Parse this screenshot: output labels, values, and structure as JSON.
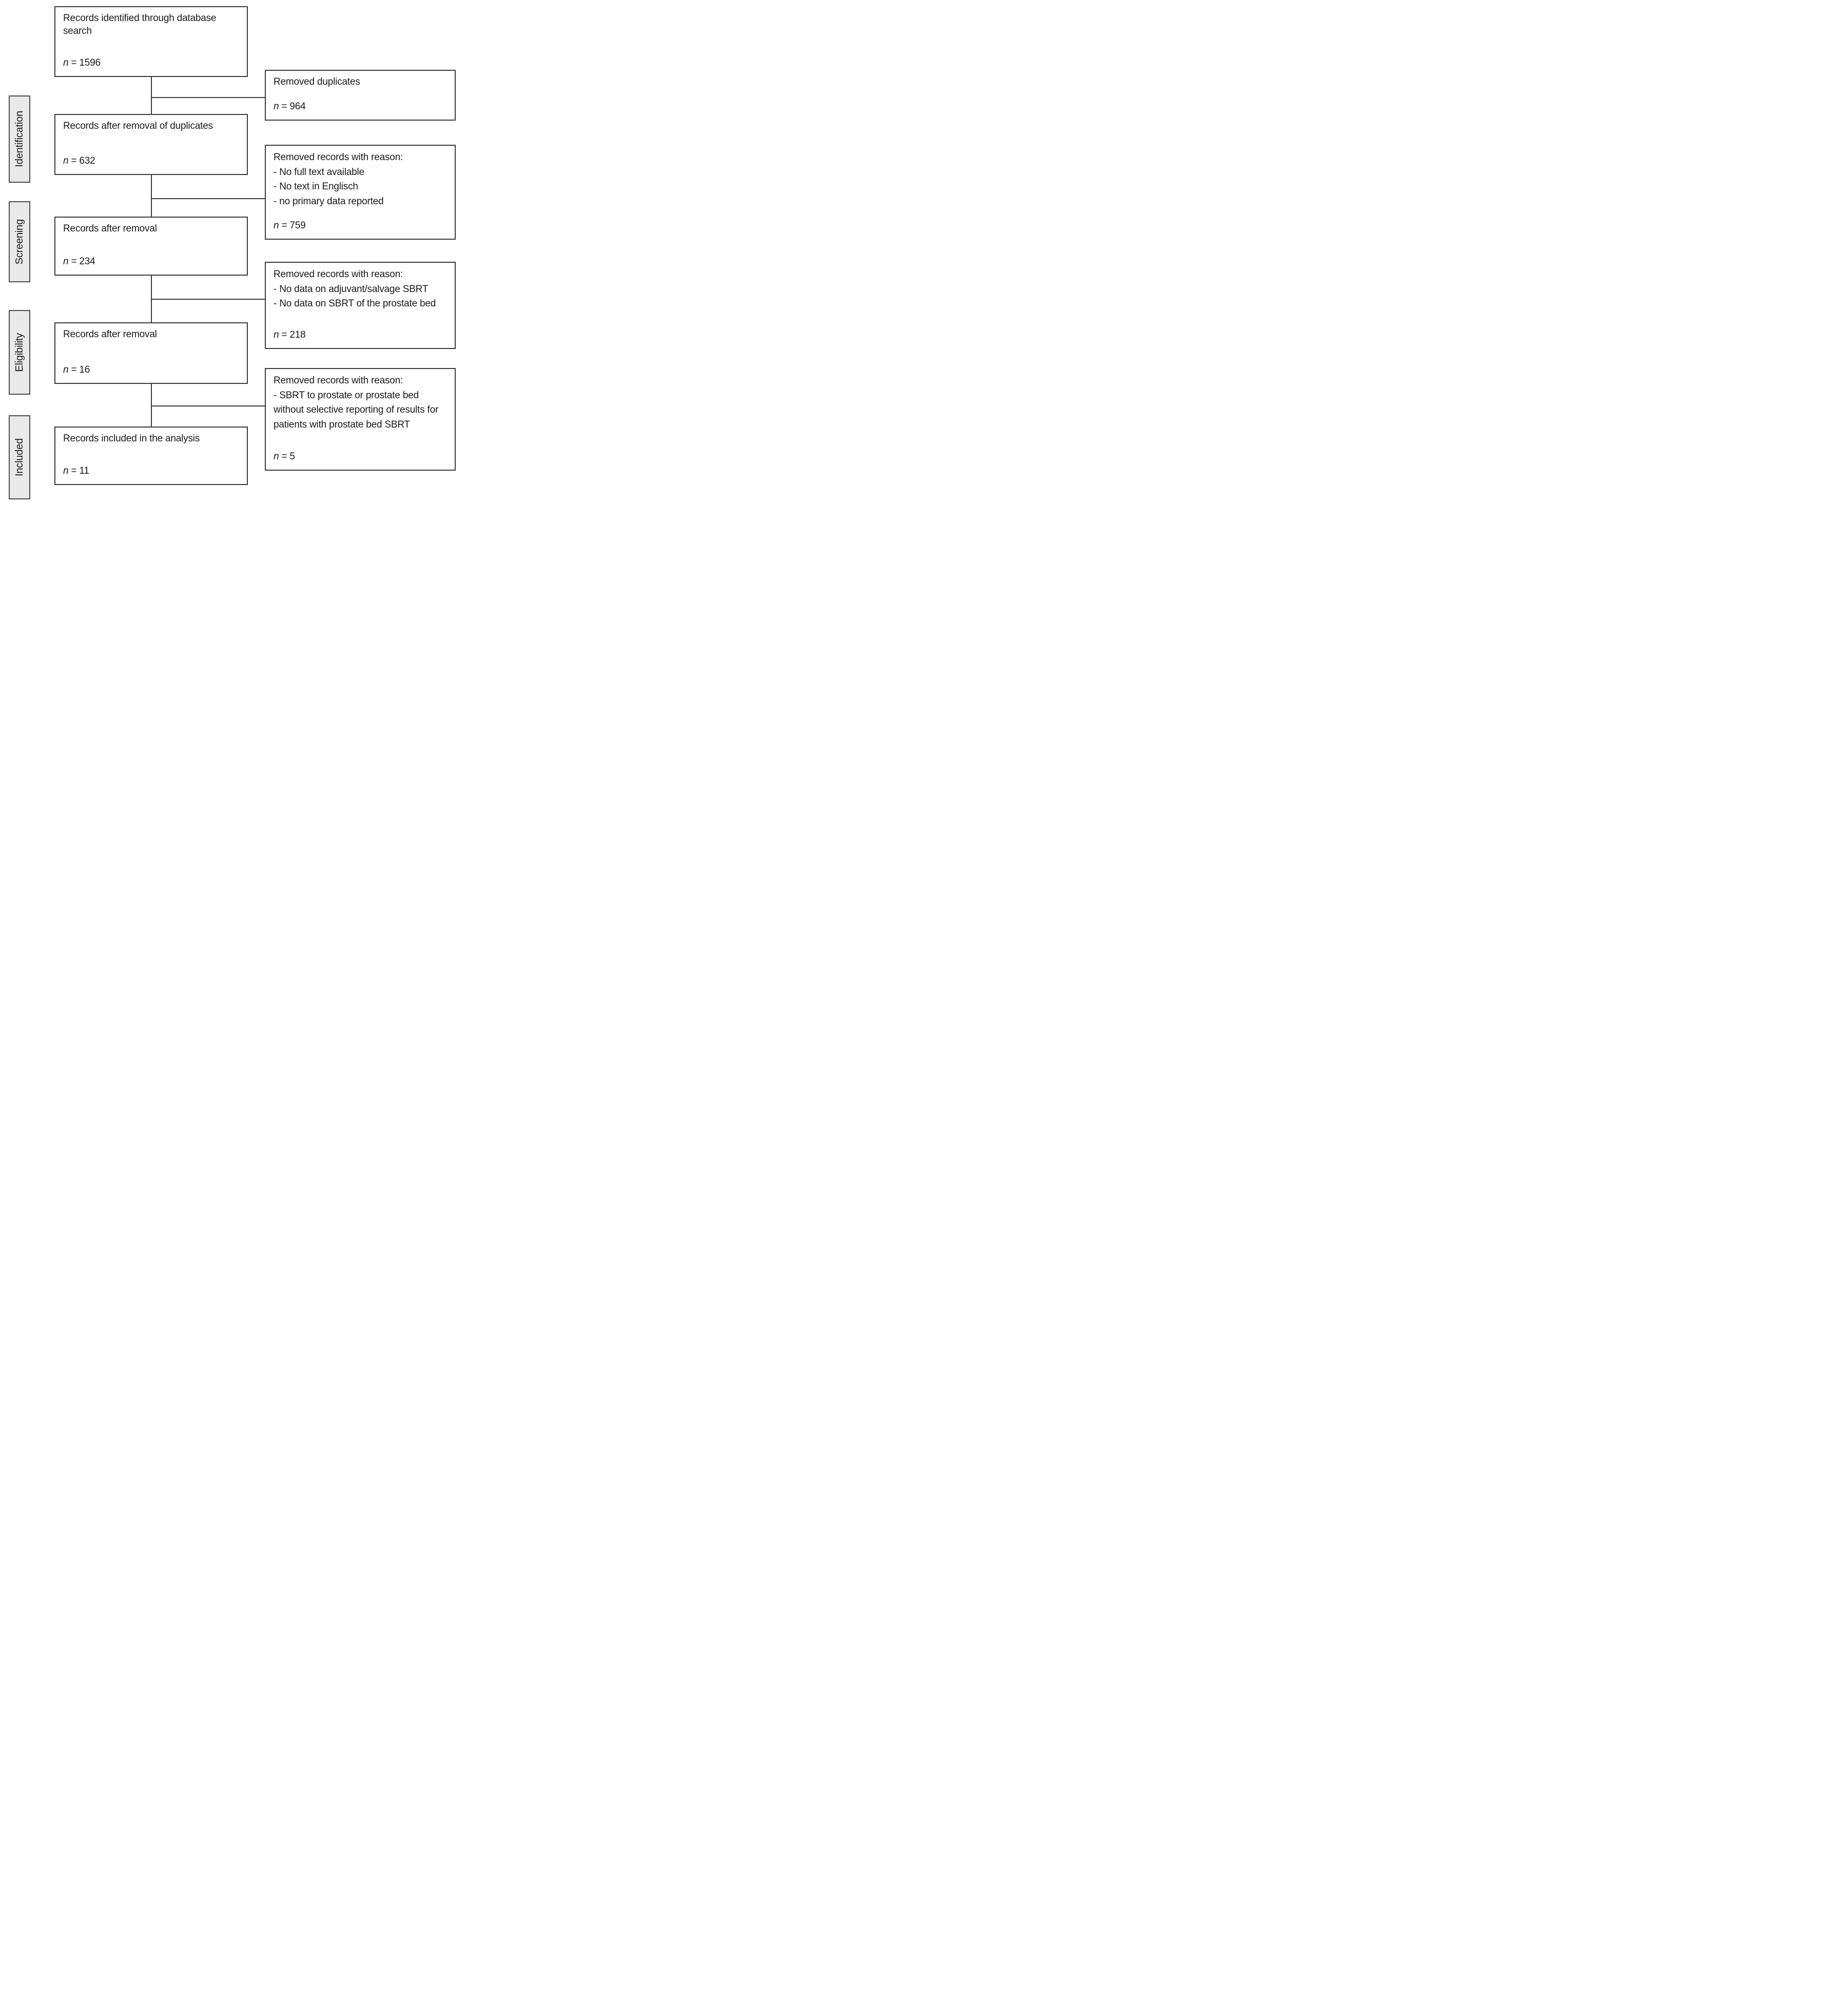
{
  "diagram": {
    "stages": [
      {
        "label": "Identification"
      },
      {
        "label": "Screening"
      },
      {
        "label": "Eligibility"
      },
      {
        "label": "Included"
      }
    ],
    "main_boxes": [
      {
        "title": "Records identified through database search",
        "n": "n = 1596"
      },
      {
        "title": "Records after removal of duplicates",
        "n": "n = 632"
      },
      {
        "title": "Records after removal",
        "n": "n = 234"
      },
      {
        "title": "Records after removal",
        "n": "n = 16"
      },
      {
        "title": "Records included in the analysis",
        "n": "n = 11"
      }
    ],
    "side_boxes": [
      {
        "title": "Removed duplicates",
        "n": "n = 964"
      },
      {
        "title": "Removed records with reason:",
        "reasons": [
          "- No full text available",
          "- No text in Englisch",
          "- no primary data reported"
        ],
        "n": "n = 759"
      },
      {
        "title": "Removed records with reason:",
        "reasons": [
          "- No data on adjuvant/salvage SBRT",
          "- No data on SBRT of the prostate bed"
        ],
        "n": "n = 218"
      },
      {
        "title": "Removed records with reason:",
        "reasons": [
          "- SBRT to prostate or prostate bed without selective reporting of results for patients with prostate bed SBRT"
        ],
        "n": "n = 5"
      }
    ],
    "colors": {
      "line": "#3b3b3b",
      "stage_fill": "#e9e9e9",
      "box_fill": "#ffffff"
    }
  }
}
